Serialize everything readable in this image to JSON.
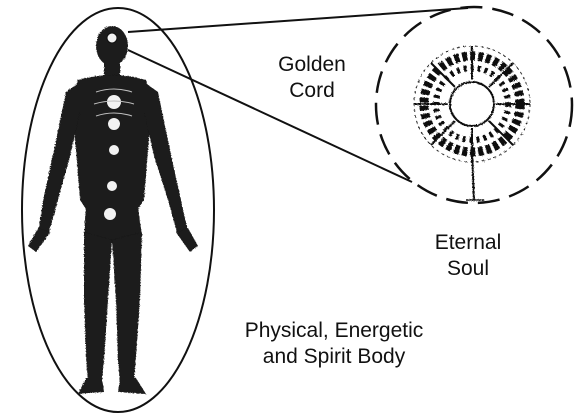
{
  "labels": {
    "golden_cord": [
      "Golden",
      "Cord"
    ],
    "eternal_soul": [
      "Eternal",
      "Soul"
    ],
    "body_caption": [
      "Physical, Energetic",
      "and Spirit Body"
    ]
  },
  "colors": {
    "ink": "#111111",
    "figure": "#1a1a1a",
    "chakra": "#f2f2f2",
    "background": "#ffffff"
  },
  "icons": {
    "human_figure": "human-silhouette-icon",
    "soul_mandala": "soul-mandala-icon"
  }
}
